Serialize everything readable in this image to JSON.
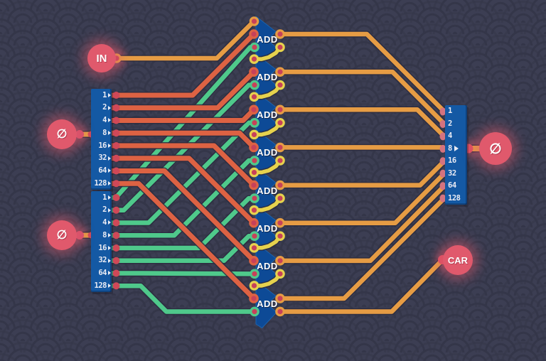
{
  "app": {
    "name": "logic-circuit-sandbox",
    "view": "byte-adder-circuit"
  },
  "nodes": {
    "in": {
      "label": "IN"
    },
    "input_a": {
      "label": "∅"
    },
    "input_b": {
      "label": "∅"
    },
    "output": {
      "label": "∅"
    },
    "carry_out": {
      "label": "CAR"
    }
  },
  "splitter_a": {
    "bits": [
      "1",
      "2",
      "4",
      "8",
      "16",
      "32",
      "64",
      "128"
    ]
  },
  "splitter_b": {
    "bits": [
      "1",
      "2",
      "4",
      "8",
      "16",
      "32",
      "64",
      "128"
    ]
  },
  "byte_maker": {
    "bits": [
      "1",
      "2",
      "4",
      "8",
      "16",
      "32",
      "64",
      "128"
    ]
  },
  "adders": [
    {
      "label": "ADD"
    },
    {
      "label": "ADD"
    },
    {
      "label": "ADD"
    },
    {
      "label": "ADD"
    },
    {
      "label": "ADD"
    },
    {
      "label": "ADD"
    },
    {
      "label": "ADD"
    },
    {
      "label": "ADD"
    }
  ],
  "colors": {
    "background": "#3c3e53",
    "pattern": "#343649",
    "component-blue": "#1459a4",
    "component-blue-dark": "#0d4a96",
    "wire-orange": "#e69c44",
    "wire-red": "#dd6243",
    "wire-green": "#4fc98b",
    "wire-yellow": "#e6d24d",
    "casing": "#2b2c3f",
    "pin-red": "#cf4858",
    "pin-center": "#c7415a",
    "pin-pink": "#d4737f",
    "node-pink": "#e0596c",
    "label-white": "#e9ebf4"
  }
}
